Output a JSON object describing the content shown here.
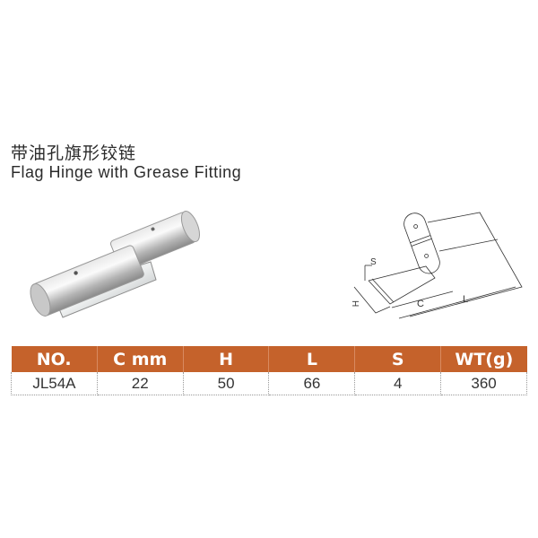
{
  "title": {
    "chinese": "带油孔旗形铰链",
    "english": "Flag Hinge with Grease Fitting"
  },
  "drawing": {
    "labels": {
      "s": "S",
      "h": "H",
      "c": "C",
      "l": "L"
    }
  },
  "table": {
    "header_color": "#c5622b",
    "columns": [
      "NO.",
      "C mm",
      "H",
      "L",
      "S",
      "WT(g)"
    ],
    "rows": [
      [
        "JL54A",
        "22",
        "50",
        "66",
        "4",
        "360"
      ]
    ]
  }
}
